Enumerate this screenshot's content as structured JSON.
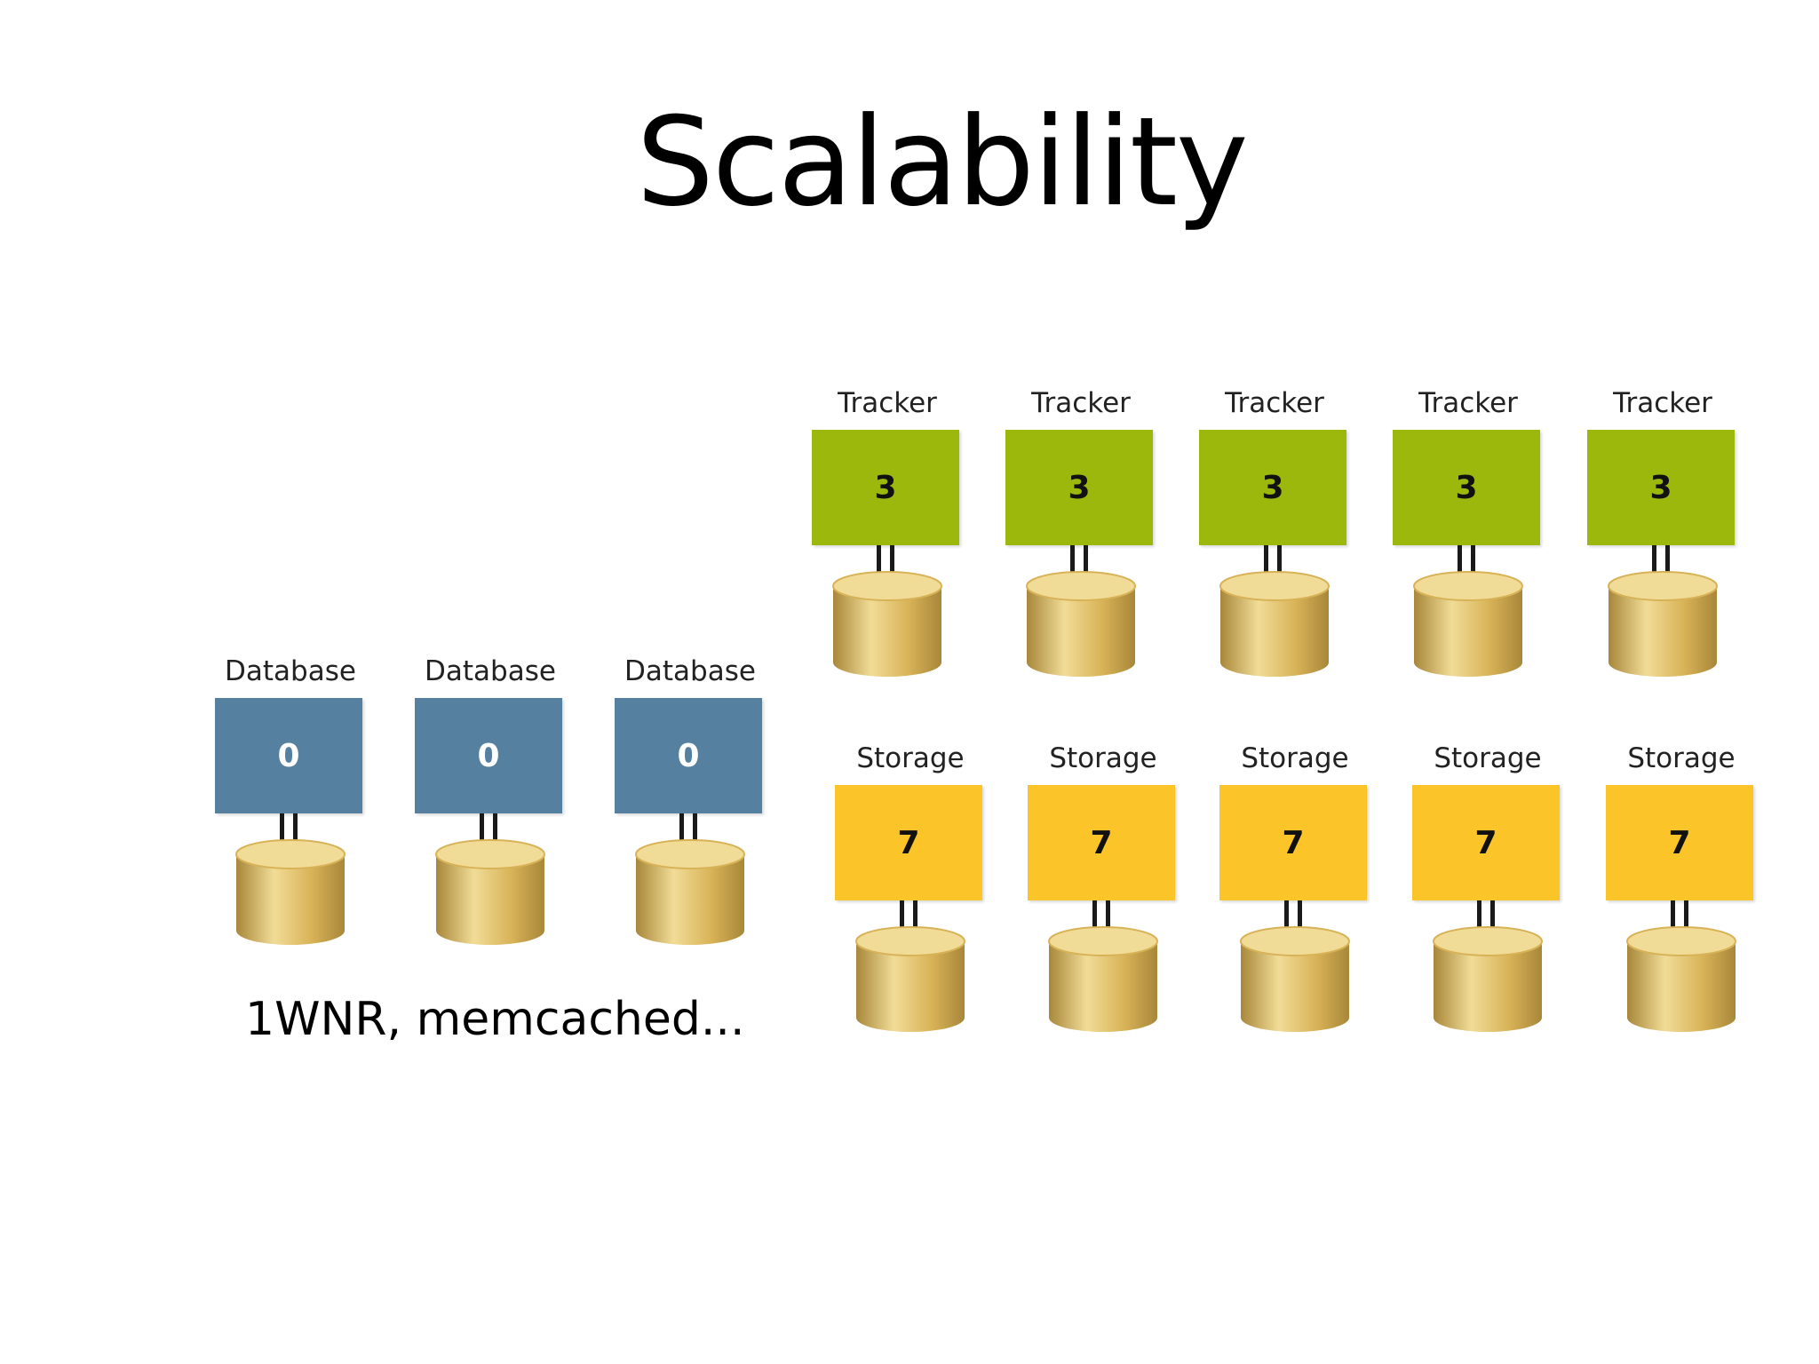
{
  "slide": {
    "title": "Scalability",
    "caption": "1WNR, memcached..."
  },
  "database": {
    "label": "Database",
    "value": "0",
    "color": "#55809f",
    "count": 3
  },
  "tracker": {
    "label": "Tracker",
    "value": "3",
    "color": "#9cb80d",
    "count": 5
  },
  "storage": {
    "label": "Storage",
    "value": "7",
    "color": "#fbc52a",
    "count": 5
  },
  "disk": {
    "icon": "disk-cylinder-icon",
    "colors": {
      "light": "#f1dc97",
      "mid": "#d8b257",
      "dark": "#a8873a"
    }
  }
}
